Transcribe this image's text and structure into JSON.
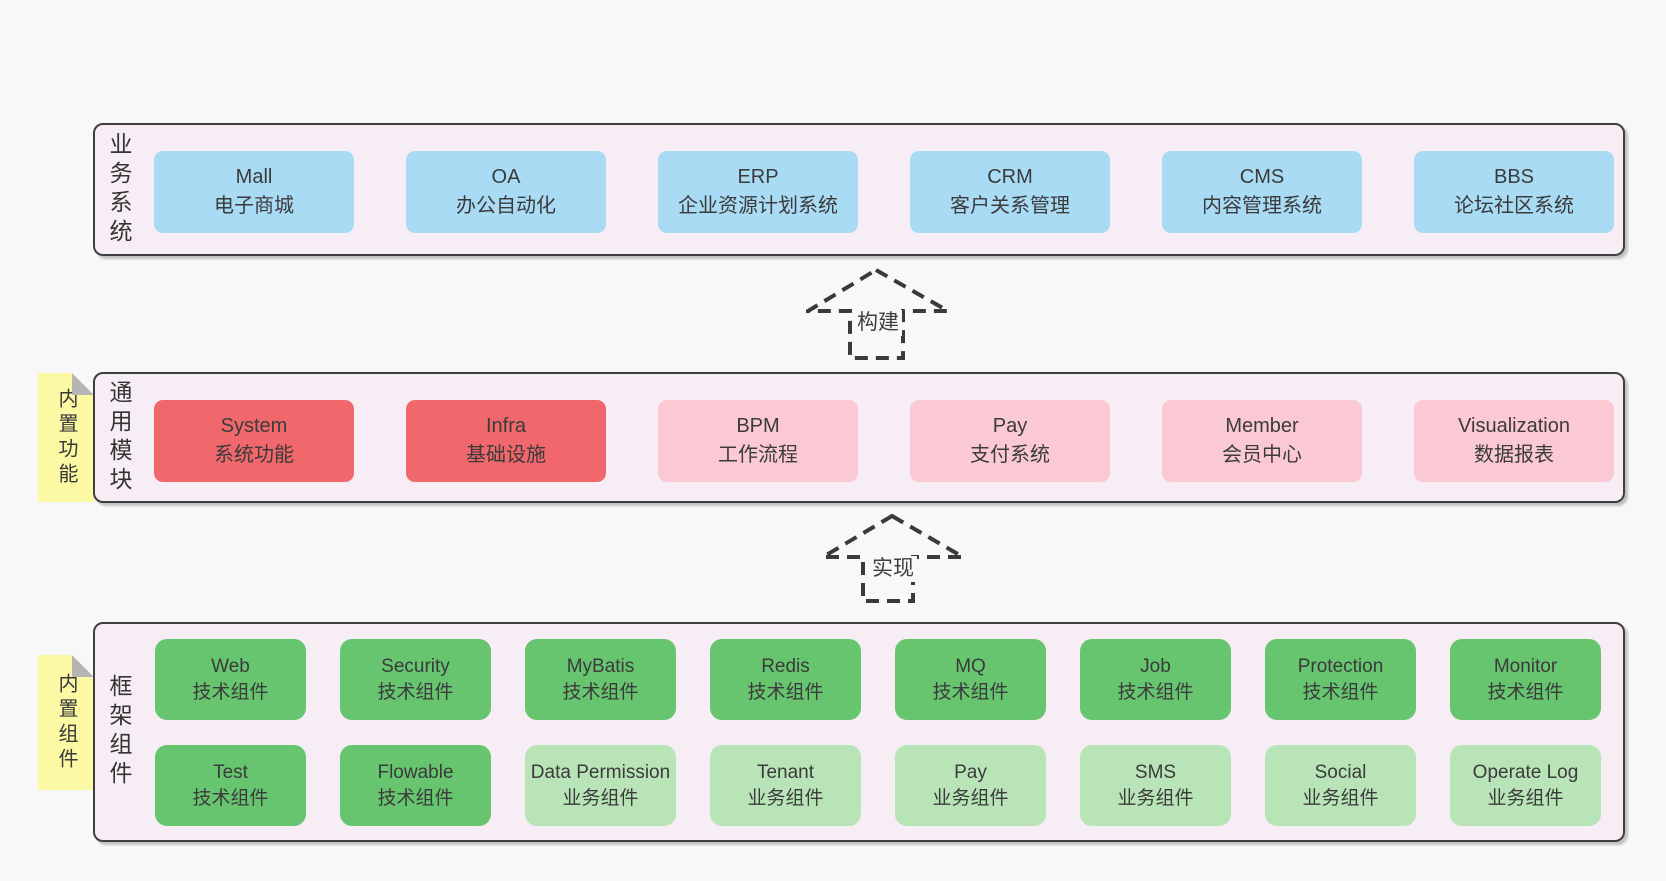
{
  "page": {
    "background": "#f8f8f8"
  },
  "colors": {
    "band_bg": "#f7edf5",
    "band_border": "#3f3f3f",
    "blue_box": "#a9dbf5",
    "red_box": "#f0676c",
    "pink_box": "#fac9d3",
    "green_dark_box": "#66c56e",
    "green_light_box": "#b8e4b8",
    "sticky_yellow": "#fbf9a3",
    "sticky_fold_gray": "#b5b5b5",
    "arrow_stroke": "#3a3a3a"
  },
  "bands": [
    {
      "label": "业务系统",
      "boxes": [
        {
          "title": "Mall",
          "subtitle": "电子商城",
          "variant": "blue"
        },
        {
          "title": "OA",
          "subtitle": "办公自动化",
          "variant": "blue"
        },
        {
          "title": "ERP",
          "subtitle": "企业资源计划系统",
          "variant": "blue"
        },
        {
          "title": "CRM",
          "subtitle": "客户关系管理",
          "variant": "blue"
        },
        {
          "title": "CMS",
          "subtitle": "内容管理系统",
          "variant": "blue"
        },
        {
          "title": "BBS",
          "subtitle": "论坛社区系统",
          "variant": "blue"
        }
      ]
    },
    {
      "label": "通用模块",
      "sticky": "内置功能",
      "boxes": [
        {
          "title": "System",
          "subtitle": "系统功能",
          "variant": "red"
        },
        {
          "title": "Infra",
          "subtitle": "基础设施",
          "variant": "red"
        },
        {
          "title": "BPM",
          "subtitle": "工作流程",
          "variant": "pink"
        },
        {
          "title": "Pay",
          "subtitle": "支付系统",
          "variant": "pink"
        },
        {
          "title": "Member",
          "subtitle": "会员中心",
          "variant": "pink"
        },
        {
          "title": "Visualization",
          "subtitle": "数据报表",
          "variant": "pink"
        }
      ]
    },
    {
      "label": "框架组件",
      "sticky": "内置组件",
      "rows": [
        [
          {
            "title": "Web",
            "subtitle": "技术组件",
            "variant": "green-dark"
          },
          {
            "title": "Security",
            "subtitle": "技术组件",
            "variant": "green-dark"
          },
          {
            "title": "MyBatis",
            "subtitle": "技术组件",
            "variant": "green-dark"
          },
          {
            "title": "Redis",
            "subtitle": "技术组件",
            "variant": "green-dark"
          },
          {
            "title": "MQ",
            "subtitle": "技术组件",
            "variant": "green-dark"
          },
          {
            "title": "Job",
            "subtitle": "技术组件",
            "variant": "green-dark"
          },
          {
            "title": "Protection",
            "subtitle": "技术组件",
            "variant": "green-dark"
          },
          {
            "title": "Monitor",
            "subtitle": "技术组件",
            "variant": "green-dark"
          }
        ],
        [
          {
            "title": "Test",
            "subtitle": "技术组件",
            "variant": "green-dark"
          },
          {
            "title": "Flowable",
            "subtitle": "技术组件",
            "variant": "green-dark"
          },
          {
            "title": "Data Permission",
            "subtitle": "业务组件",
            "variant": "green-light"
          },
          {
            "title": "Tenant",
            "subtitle": "业务组件",
            "variant": "green-light"
          },
          {
            "title": "Pay",
            "subtitle": "业务组件",
            "variant": "green-light"
          },
          {
            "title": "SMS",
            "subtitle": "业务组件",
            "variant": "green-light"
          },
          {
            "title": "Social",
            "subtitle": "业务组件",
            "variant": "green-light"
          },
          {
            "title": "Operate Log",
            "subtitle": "业务组件",
            "variant": "green-light"
          }
        ]
      ]
    }
  ],
  "arrows": [
    {
      "label": "构建"
    },
    {
      "label": "实现"
    }
  ]
}
